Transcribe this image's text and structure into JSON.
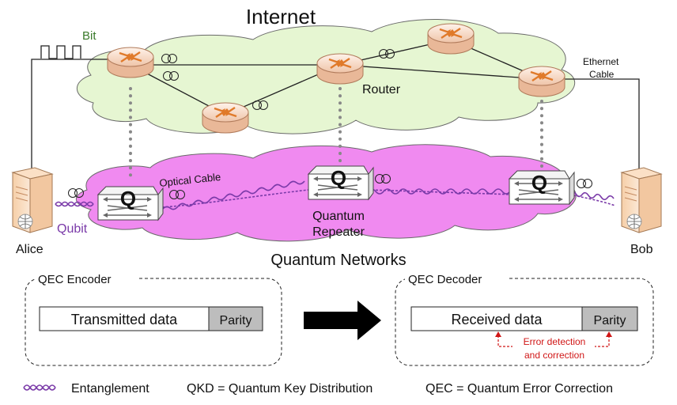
{
  "titles": {
    "internet": "Internet",
    "quantum_networks": "Quantum Networks"
  },
  "labels": {
    "bit": "Bit",
    "ethernet_line1": "Ethernet",
    "ethernet_line2": "Cable",
    "router": "Router",
    "optical_cable": "Optical Cable",
    "qubit": "Qubit",
    "alice": "Alice",
    "bob": "Bob",
    "quantum_repeater_line1": "Quantum",
    "quantum_repeater_line2": "Repeater",
    "q_symbol": "Q"
  },
  "encoder": {
    "title": "QEC Encoder",
    "data_label": "Transmitted data",
    "parity_label": "Parity"
  },
  "decoder": {
    "title": "QEC Decoder",
    "data_label": "Received data",
    "parity_label": "Parity",
    "error_line1": "Error detection",
    "error_line2": "and correction"
  },
  "legend": {
    "entanglement": "Entanglement",
    "qkd": "QKD = Quantum Key Distribution",
    "qec": "QEC = Quantum Error Correction"
  },
  "colors": {
    "internet_cloud": "#e6f6d2",
    "quantum_cloud": "#f08af0",
    "entanglement": "#7a3aa8",
    "router_body": "#f7d9c6",
    "router_arrows": "#e07a2a",
    "error_red": "#d01616",
    "parity_gray": "#bdbdbd"
  }
}
